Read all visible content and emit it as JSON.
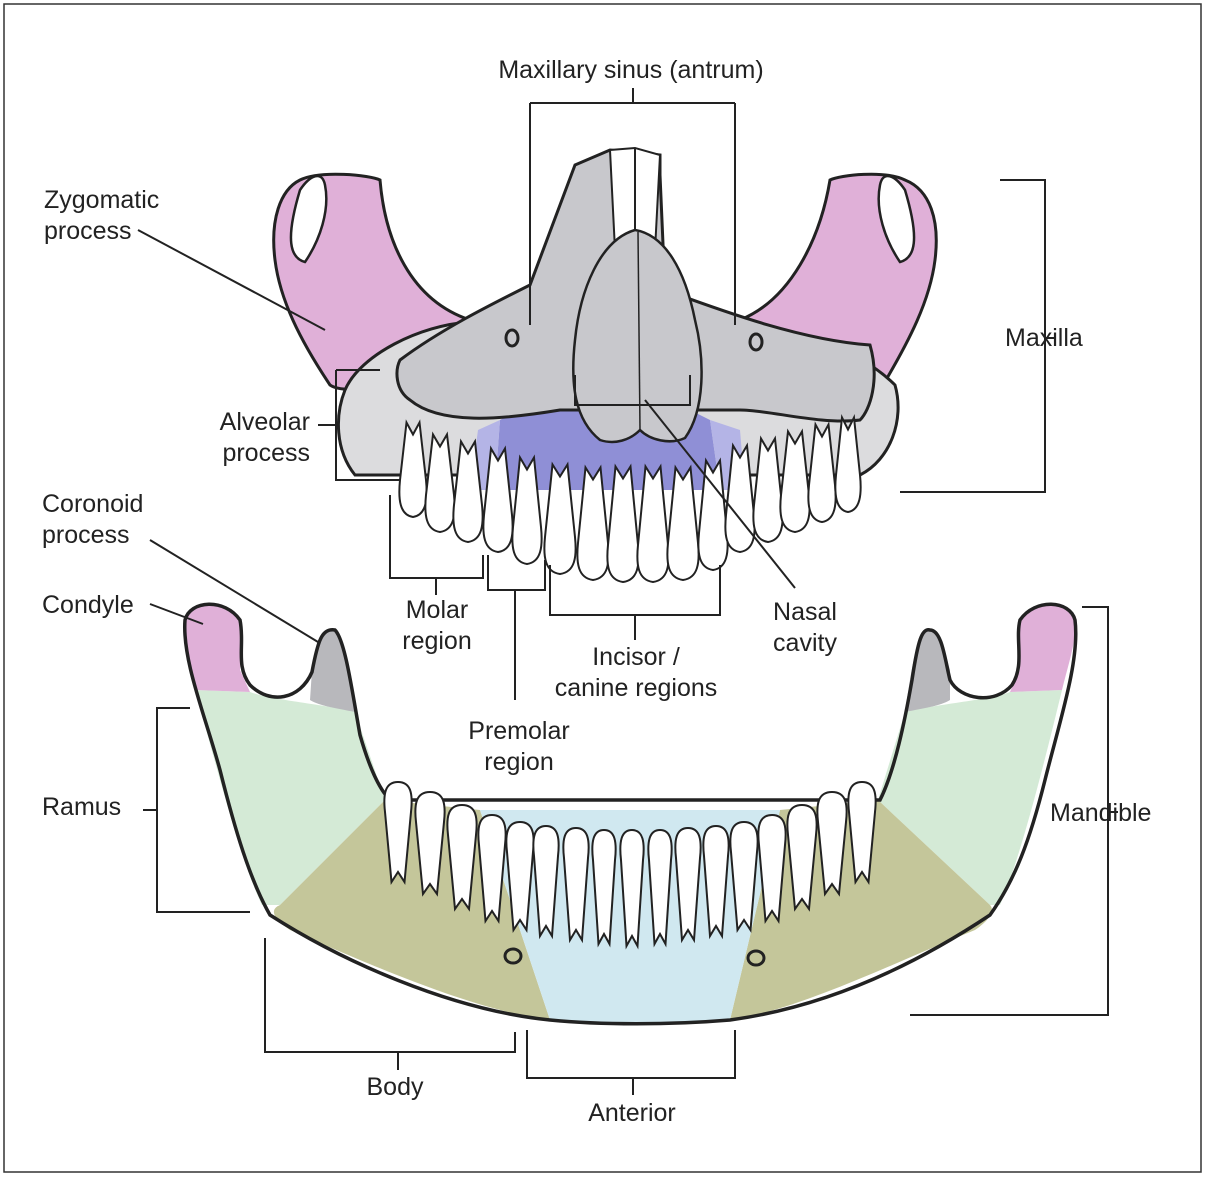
{
  "labels": {
    "maxillary_sinus": "Maxillary sinus (antrum)",
    "zygomatic_1": "Zygomatic",
    "zygomatic_2": "process",
    "maxilla": "Maxilla",
    "alveolar_1": "Alveolar",
    "alveolar_2": "process",
    "coronoid_1": "Coronoid",
    "coronoid_2": "process",
    "condyle": "Condyle",
    "molar_1": "Molar",
    "molar_2": "region",
    "nasal_1": "Nasal",
    "nasal_2": "cavity",
    "incisor_1": "Incisor /",
    "incisor_2": "canine regions",
    "premolar_1": "Premolar",
    "premolar_2": "region",
    "ramus": "Ramus",
    "mandible": "Mandible",
    "body": "Body",
    "anterior": "Anterior"
  },
  "colors": {
    "zygomatic": "#e0b0d8",
    "maxilla_bone": "#c8c8cc",
    "alveolar": "#dcdcde",
    "nasal_region": "#8f8fd6",
    "nasal_light": "#b4b4e6",
    "condyle": "#e0b0d8",
    "coronoid": "#b8b8bc",
    "ramus": "#d4ead6",
    "body": "#c4c69a",
    "anterior": "#d0e8f0"
  }
}
